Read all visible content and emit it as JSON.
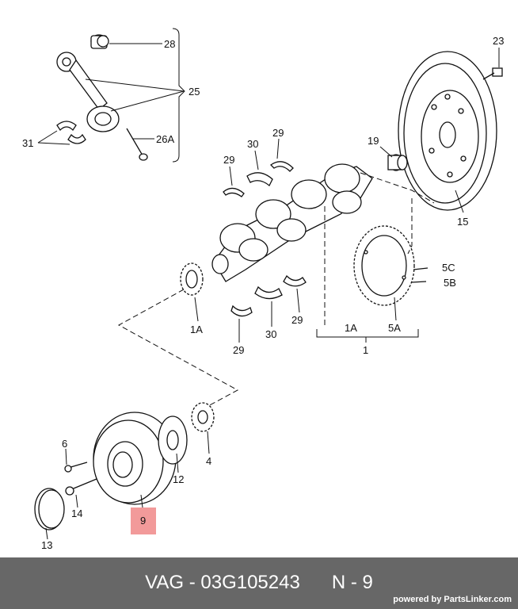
{
  "labels": {
    "l28": "28",
    "l25": "25",
    "l31": "31",
    "l26a": "26A",
    "l23": "23",
    "l19": "19",
    "l30a": "30",
    "l29a": "29",
    "l29b": "29",
    "l15": "15",
    "l5c": "5C",
    "l5b": "5B",
    "l1a_left": "1A",
    "l1a_right": "1A",
    "l5a": "5A",
    "l1": "1",
    "l29c": "29",
    "l30b": "30",
    "l29d": "29",
    "l6": "6",
    "l4": "4",
    "l12": "12",
    "l14": "14",
    "l9": "9",
    "l13": "13"
  },
  "highlight_color": "#f29a9a",
  "footer": {
    "title": "VAG - 03G105243      N - 9",
    "powered": "powered by PartsLinker.com"
  }
}
